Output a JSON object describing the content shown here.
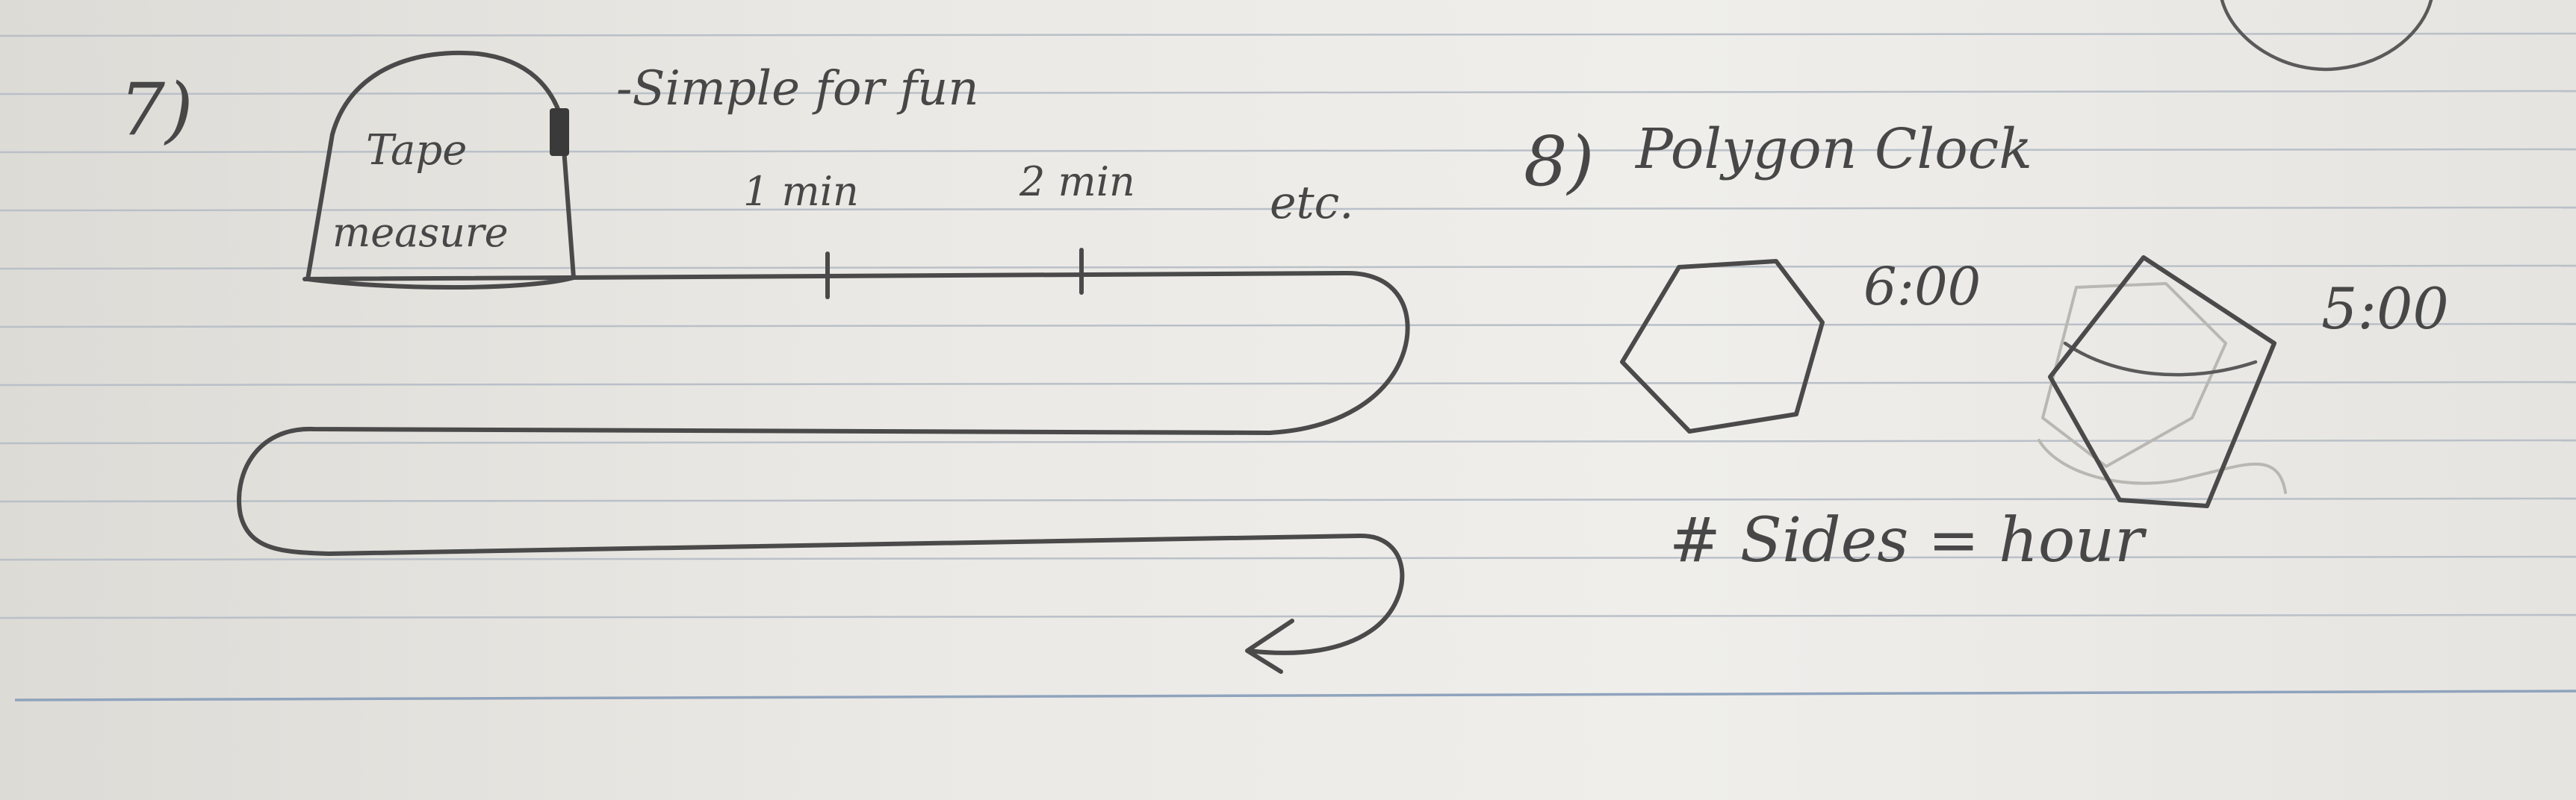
{
  "notes": {
    "item7": {
      "number": "7)",
      "tape_label_line1": "Tape",
      "tape_label_line2": "measure",
      "subtitle": "-Simple for fun",
      "tick_1": "1 min",
      "tick_2": "2 min",
      "etc": "etc."
    },
    "item8": {
      "number": "8)",
      "title": "Polygon Clock",
      "hexagon_time": "6:00",
      "pentagon_time": "5:00",
      "rule": "# Sides = hour"
    }
  },
  "colors": {
    "paper": "#ebe9e5",
    "ink": "#4a4a4a",
    "rule_line": "#b9c0c8",
    "margin_line": "#8fa3bd"
  }
}
